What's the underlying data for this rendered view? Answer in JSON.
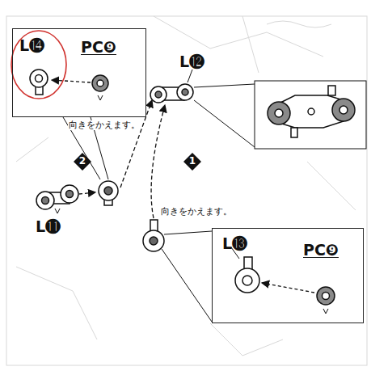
{
  "diagram": {
    "nodes": [
      {
        "text": [
          "L⓮",
          "PC❾"
        ]
      },
      {
        "text": [
          "L⓭",
          "PC❾"
        ]
      }
    ],
    "labels": [
      "向きをかえます。",
      "L⓬",
      "L⓫",
      "2",
      "1",
      "向きをかえます。"
    ]
  }
}
